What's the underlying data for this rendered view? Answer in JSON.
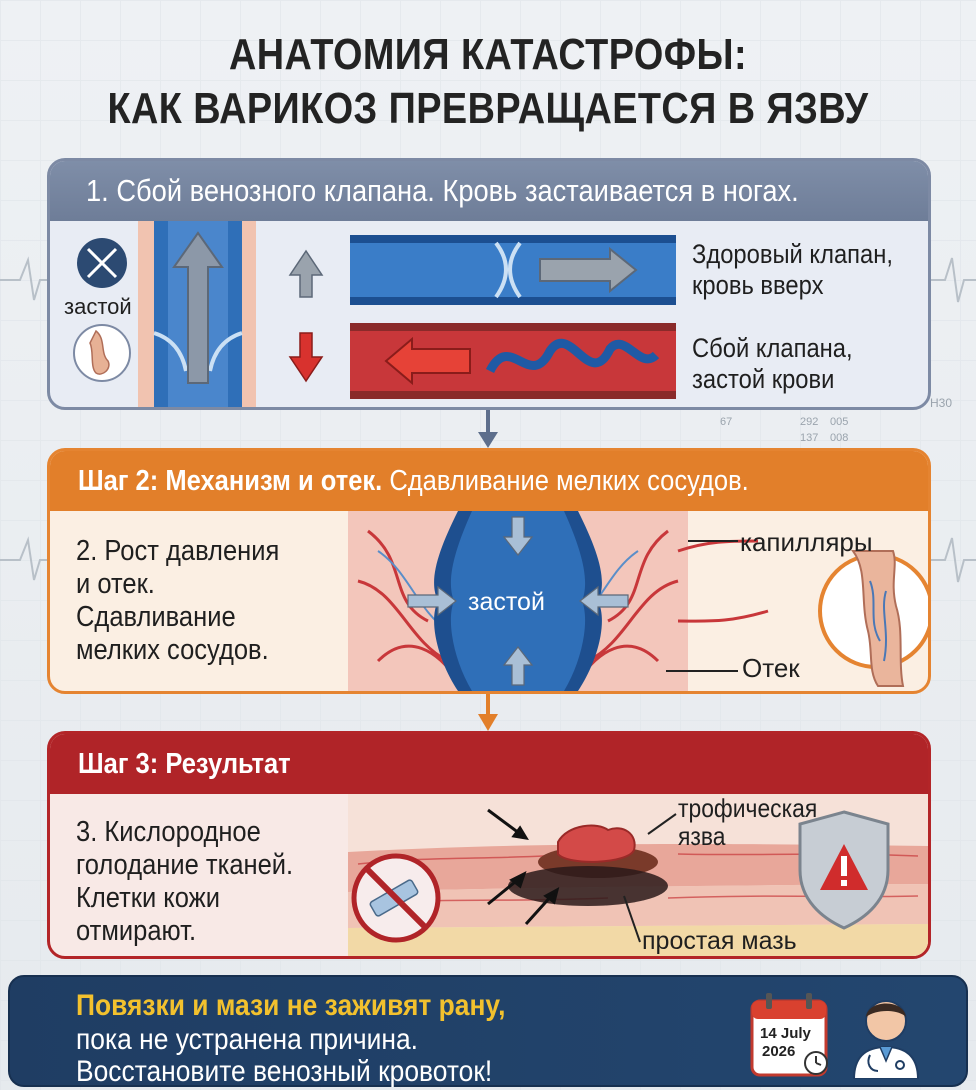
{
  "title": {
    "line1": "АНАТОМИЯ КАТАСТРОФЫ:",
    "line2": "КАК ВАРИКОЗ ПРЕВРАЩАЕТСЯ В ЯЗВУ"
  },
  "step1": {
    "header": "1. Сбой венозного клапана. Кровь застаивается в ногах.",
    "stasis_label": "застой",
    "healthy_line1": "Здоровый клапан,",
    "healthy_line2": "кровь вверх",
    "failed_line1": "Сбой клапана,",
    "failed_line2": "застой крови"
  },
  "step2": {
    "header_bold": "Шаг 2: Механизм и отек.",
    "header_rest": " Сдавливание мелких сосудов.",
    "text_lines": [
      "2. Рост давления",
      "и отек.",
      "Сдавливание",
      "мелких сосудов."
    ],
    "center_label": "застой",
    "capillaries_label": "капилляры",
    "edema_label": "Отек"
  },
  "step3": {
    "header": "Шаг 3: Результат",
    "text_lines": [
      "3. Кислородное",
      "голодание тканей.",
      "Клетки кожи",
      "отмирают."
    ],
    "ulcer_line1": "трофическая",
    "ulcer_line2": "язва",
    "ointment_label": "простая мазь"
  },
  "footer": {
    "line1": "Повязки и мази не заживят рану,",
    "line2": "пока не устранена причина.",
    "line3": "Восстановите венозный кровоток!",
    "calendar_line1": "14 July",
    "calendar_line2": "2026"
  },
  "background_readouts": [
    "67",
    "292",
    "005",
    "137",
    "008",
    "H30"
  ],
  "colors": {
    "panel1": "#7f8ea8",
    "panel2": "#e27f2a",
    "panel3": "#b02428",
    "footer": "#1f3d63",
    "footer_highlight": "#f2c12e",
    "vein_blue": "#2f6fb8",
    "blood_red": "#c8373a"
  }
}
